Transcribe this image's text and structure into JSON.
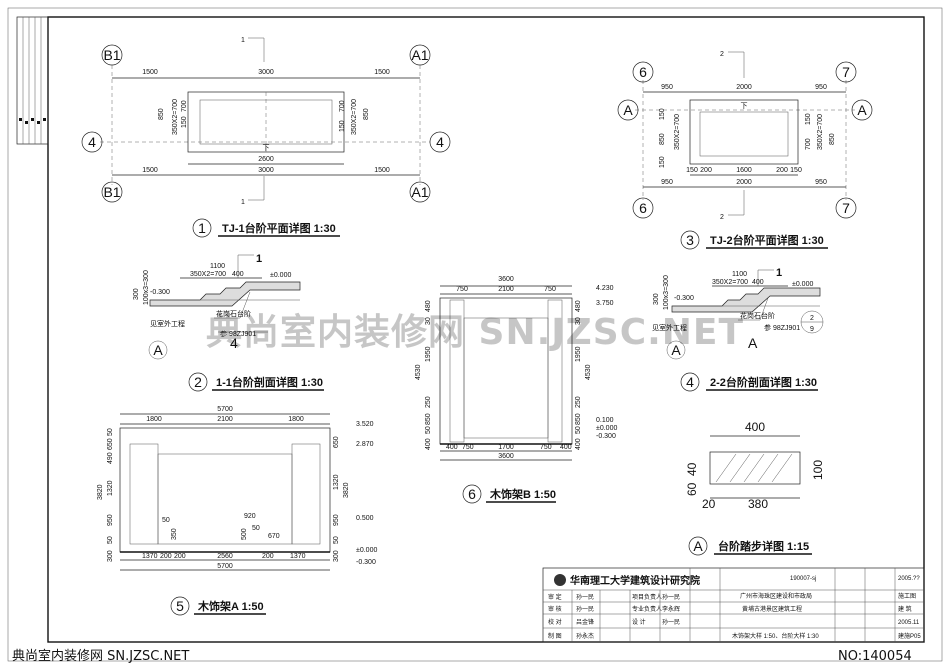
{
  "watermark": "典尚室内装修网 SN.JZSC.NET",
  "footer": {
    "left": "典尚室内装修网 SN.JZSC.NET",
    "right": "NO:140054"
  },
  "plan1": {
    "grid_left": "B1",
    "grid_right": "A1",
    "grid_row": "4",
    "section_mark": "1",
    "top_dims": [
      "1500",
      "3000",
      "1500"
    ],
    "bottom_dims": [
      "1500",
      "3000",
      "1500"
    ],
    "inner_dim": "2600",
    "left_v": [
      "850",
      "350X2=700",
      "700",
      "150"
    ],
    "right_v": [
      "700",
      "150",
      "350X2=700",
      "850"
    ],
    "down": "下",
    "number": "1",
    "title": "TJ-1台阶平面详图 1:30"
  },
  "plan3": {
    "grid_left": "6",
    "grid_right": "7",
    "grid_row": "A",
    "section_mark": "2",
    "top_dims": [
      "950",
      "2000",
      "950"
    ],
    "bottom_dims": [
      "950",
      "2000",
      "950"
    ],
    "inner_dims": [
      "150",
      "200",
      "1600",
      "200",
      "150"
    ],
    "left_v": [
      "150",
      "850",
      "350X2=700",
      "150"
    ],
    "right_v": [
      "150",
      "700",
      "350X2=700",
      "850"
    ],
    "down": "下",
    "number": "3",
    "title": "TJ-2台阶平面详图 1:30"
  },
  "sec2": {
    "dims": [
      "1100",
      "350X2=700",
      "400",
      "300",
      "100x3=300"
    ],
    "elev": [
      "±0.000",
      "-0.300"
    ],
    "labels": [
      "花岗石台阶",
      "见室外工程",
      "参 98ZJ901"
    ],
    "cut": "1",
    "ref_num": "4",
    "ref_grid": "A",
    "number": "2",
    "title": "1-1台阶剖面详图 1:30"
  },
  "sec4": {
    "dims": [
      "1100",
      "350X2=700",
      "400",
      "300",
      "100x3=300"
    ],
    "elev": [
      "±0.000",
      "-0.300"
    ],
    "labels": [
      "花岗石台阶",
      "见室外工程",
      "参 98ZJ901"
    ],
    "cut": "1",
    "ref_top": "2",
    "ref_bottom": "9",
    "ref_grid": "A",
    "number": "4",
    "title": "2-2台阶剖面详图 1:30"
  },
  "elevB": {
    "top": "3600",
    "top_parts": [
      "750",
      "2100",
      "750"
    ],
    "bottom": "3600",
    "bottom_parts": [
      "750",
      "1700",
      "750"
    ],
    "bottom_small": [
      "400",
      "400"
    ],
    "left_v": [
      "480",
      "30",
      "1950",
      "4530",
      "250",
      "850",
      "50",
      "400"
    ],
    "right_v": [
      "480",
      "30",
      "1950",
      "4530",
      "250",
      "850",
      "50",
      "400"
    ],
    "elev": [
      "4.230",
      "3.750",
      "0.100",
      "±0.000",
      "-0.300"
    ],
    "number": "6",
    "title": "木饰架B 1:50"
  },
  "elevA": {
    "top": "5700",
    "top_parts": [
      "1800",
      "2100",
      "1800"
    ],
    "bottom": "5700",
    "bottom_parts": [
      "1370",
      "200",
      "200",
      "2560",
      "200",
      "1370"
    ],
    "left_v": [
      "50",
      "650",
      "490",
      "1320",
      "3820",
      "950",
      "50",
      "300"
    ],
    "right_v": [
      "650",
      "1320",
      "3820",
      "950",
      "50",
      "300"
    ],
    "inner": [
      "920",
      "50",
      "670",
      "50",
      "350",
      "500"
    ],
    "elev": [
      "3.520",
      "2.870",
      "0.500",
      "±0.000",
      "-0.300"
    ],
    "number": "5",
    "title": "木饰架A 1:50"
  },
  "tread": {
    "top": "400",
    "bottom_a": "20",
    "bottom_b": "380",
    "left_a": "60",
    "left_b": "40",
    "right": "100",
    "number": "A",
    "title": "台阶踏步详图 1:15"
  },
  "titleblock": {
    "institute": "华南理工大学建筑设计研究院",
    "client": "广州市海珠区建设和市政局",
    "project": "黄埔古港景区建筑工程",
    "drawing": "木饰架大样  1:50、台阶大样  1:30",
    "project_no": "190007-sj",
    "stage": "施工图",
    "discipline": "建  筑",
    "date": "2005.11",
    "date_top": "2005.??",
    "sheet_no": "建施P05",
    "roles": [
      "审 定",
      "审 核",
      "项目负责人",
      "专业负责人",
      "校 对",
      "设 计",
      "制 图"
    ],
    "names": [
      "孙一民",
      "孙一民",
      "孙一民",
      "李永辉",
      "吕金锋",
      "孙一民",
      "孙永杰"
    ]
  }
}
